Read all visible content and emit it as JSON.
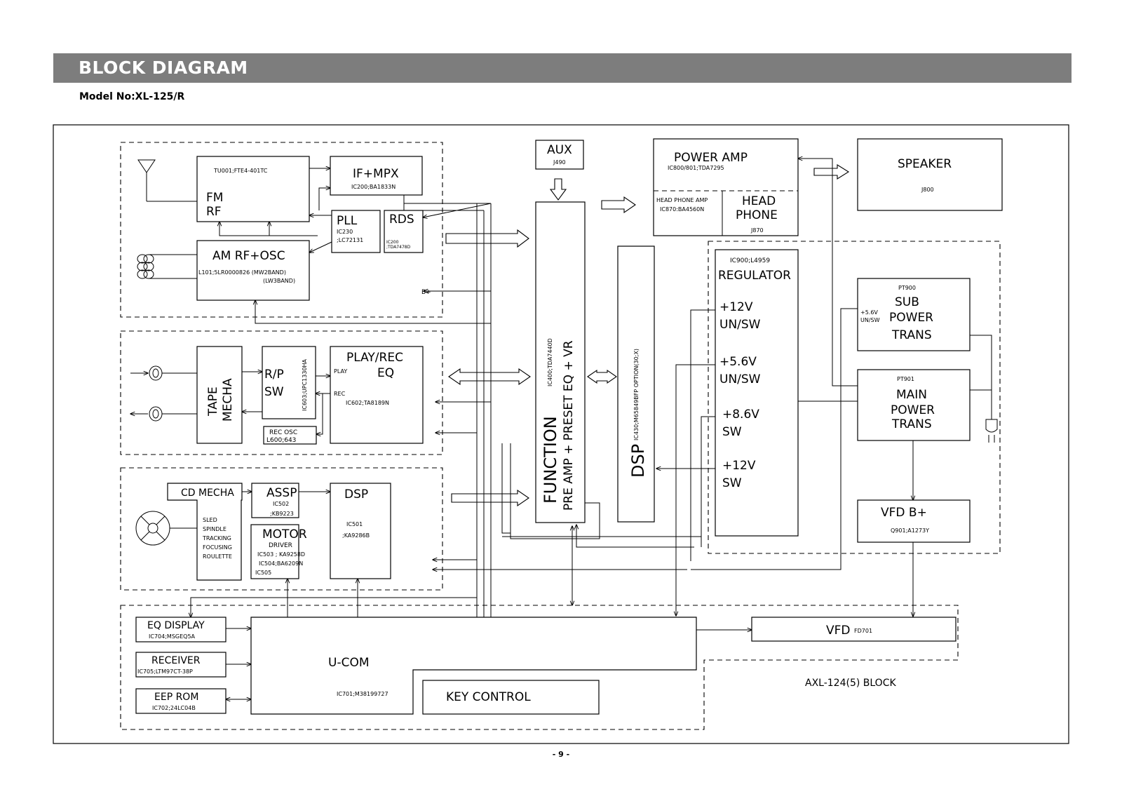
{
  "header": {
    "title": "BLOCK DIAGRAM",
    "model": "Model No:XL-125/R",
    "page_number": "- 9 -"
  },
  "tuner": {
    "tu_label": "TU001;FTE4-401TC",
    "fm": "FM",
    "rf": "RF",
    "ifmpx_title": "IF+MPX",
    "ifmpx_ic": "IC200;BA1833N",
    "pll_title": "PLL",
    "pll_ic1": "IC230",
    "pll_ic2": ";LC72131",
    "rds_title": "RDS",
    "rds_ic1": "IC200",
    "rds_ic2": ";TDA7478D",
    "am_title": "AM RF+OSC",
    "am_line1": "L101;5LR0000826 (MW2BAND)",
    "am_line2": "(LW3BAND)",
    "bplus": "B+"
  },
  "tape": {
    "mecha_1": "TAPE",
    "mecha_2": "MECHA",
    "rp_1": "R/P",
    "rp_2": "SW",
    "rp_ic": "IC603;UPC1330HA",
    "playrec_1": "PLAY/REC",
    "playrec_2": "EQ",
    "play": "PLAY",
    "rec": "REC",
    "playrec_ic": "IC602;TA8189N",
    "recosc_1": "REC OSC",
    "recosc_2": "L600;643"
  },
  "cd": {
    "mecha": "CD MECHA",
    "signals": [
      "SLED",
      "SPINDLE",
      "TRACKING",
      "FOCUSING",
      "ROULETTE"
    ],
    "assp_title": "ASSP",
    "assp_ic1": "IC502",
    "assp_ic2": ";KB9223",
    "dsp_title": "DSP",
    "dsp_ic1": "IC501",
    "dsp_ic2": ";KA9286B",
    "motor_title": "MOTOR",
    "motor_sub": "DRIVER",
    "motor_ic1": "IC503 ; KA9258D",
    "motor_ic2": "IC504;BA6209N",
    "motor_ic3": "IC505"
  },
  "center": {
    "aux_title": "AUX",
    "aux_jack": "J490",
    "func_line1": "FUNCTION",
    "func_line2": "PRE AMP  +  PRESET EQ  +  VR",
    "func_ic": "IC400;TDA7440D",
    "dsp_title": "DSP",
    "dsp_ic": "IC430;M65849BFP OPTION(30;X)"
  },
  "power": {
    "amp_title": "POWER AMP",
    "amp_ic": "IC800/801;TDA7295",
    "hp_amp": "HEAD PHONE AMP",
    "hp_amp_ic": "IC870:BA4560N",
    "hp_title1": "HEAD",
    "hp_title2": "PHONE",
    "hp_jack": "J870",
    "speaker_title": "SPEAKER",
    "speaker_jack": "J800",
    "reg_ic": "IC900;L4959",
    "reg_title": "REGULATOR",
    "reg_out": [
      "+12V",
      "UN/SW",
      "+5.6V",
      "UN/SW",
      "+8.6V",
      "SW",
      "+12V",
      "SW"
    ],
    "sub_pt": "PT900",
    "sub_1": "SUB",
    "sub_2": "POWER",
    "sub_3": "TRANS",
    "sub_in1": "+5.6V",
    "sub_in2": "UN/SW",
    "main_pt": "PT901",
    "main_1": "MAIN",
    "main_2": "POWER",
    "main_3": "TRANS",
    "vfdb_title": "VFD B+",
    "vfdb_q": "Q901;A1273Y"
  },
  "bottom": {
    "eq_title": "EQ DISPLAY",
    "eq_ic": "IC704;MSGEQ5A",
    "rx_title": "RECEIVER",
    "rx_ic": "IC705;LTM97CT-38P",
    "eep_title": "EEP ROM",
    "eep_ic": "IC702;24LC04B",
    "ucom_title": "U-COM",
    "ucom_ic": "IC701;M38199727",
    "key_title": "KEY CONTROL",
    "vfd_title": "VFD",
    "vfd_ic": "FD701",
    "axl_label": "AXL-124(5)  BLOCK"
  }
}
